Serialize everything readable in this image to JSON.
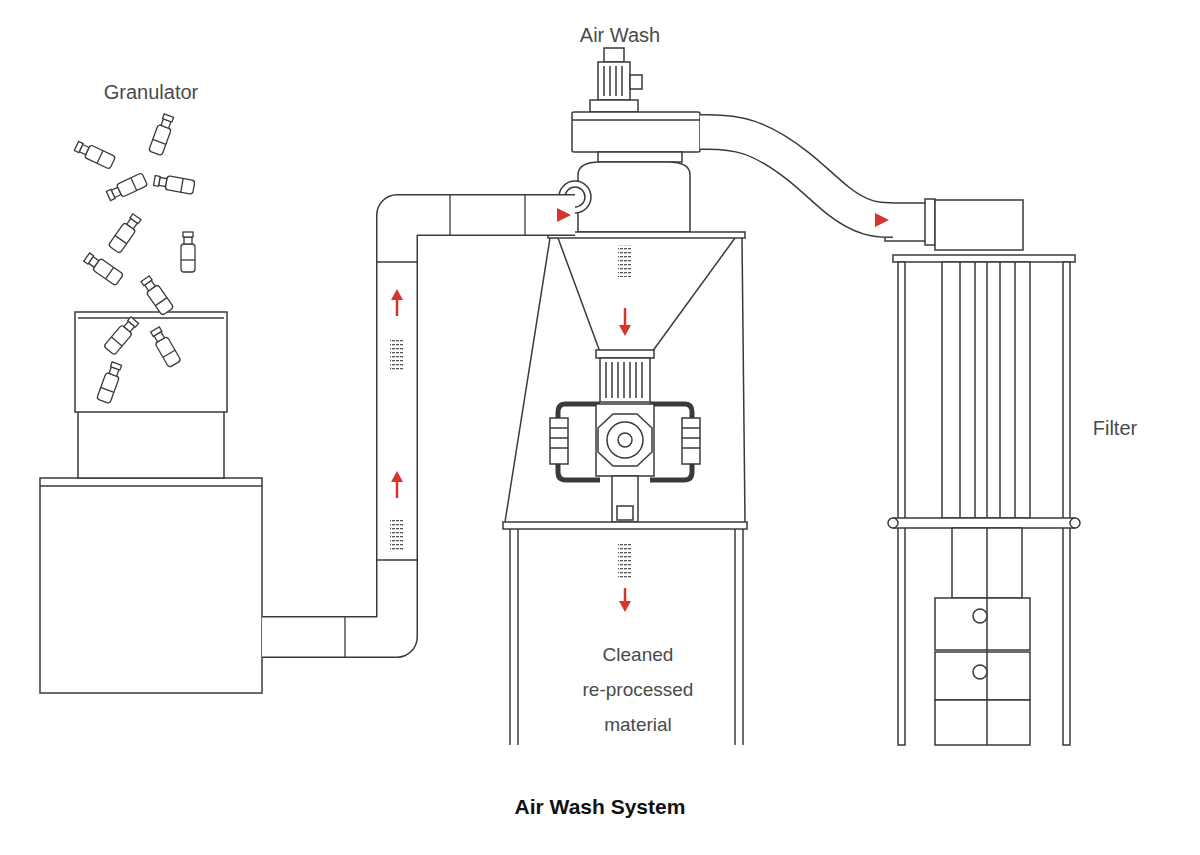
{
  "diagram": {
    "caption": "Air Wash System",
    "nodes": [
      {
        "text": [
          "Granulator"
        ]
      },
      {
        "text": [
          "Air Wash"
        ]
      },
      {
        "text": [
          "Filter"
        ]
      }
    ],
    "edges": [
      {
        "from": 0,
        "to": 1,
        "arrow": "to"
      },
      {
        "from": 1,
        "to": 2,
        "arrow": "to"
      }
    ],
    "labels": [
      "Cleaned re-processed material"
    ]
  }
}
